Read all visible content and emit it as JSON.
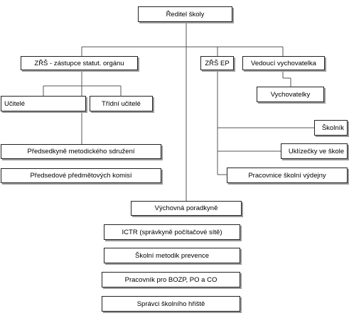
{
  "nodes": {
    "director": "Ředitel školy",
    "deputy_statutory": "ZŘŠ - zástupce statut. orgánu",
    "deputy_ep": "ZŘŠ EP",
    "head_educator": "Vedoucí vychovatelka",
    "educators": "Vychovatelky",
    "teachers": "Učitelé",
    "class_teachers": "Třídní učitelé",
    "methodical_head": "Předsedkyně metodického sdružení",
    "subject_committees": "Předsedové předmětových komisí",
    "janitor": "Školník",
    "cleaners": "Uklízečky ve škole",
    "canteen_staff": "Pracovnice školní výdejny",
    "counseling": "Výchovná poradkyně",
    "ictr": "ICTR (správkyně počítačové sítě)",
    "prevention": "Školní metodik prevence",
    "bozp": "Pracovník pro BOZP, PO a CO",
    "playground": "Správci školního hřiště"
  }
}
